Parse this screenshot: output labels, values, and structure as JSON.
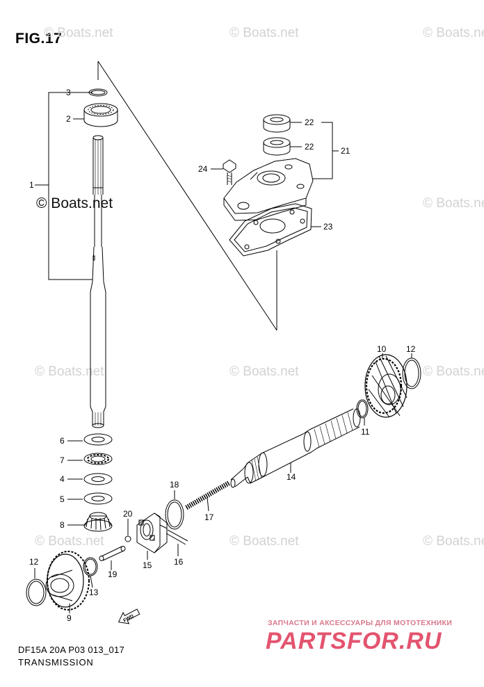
{
  "figure": {
    "title": "FIG.17",
    "code": "DF15A 20A P03 013_017",
    "name": "TRANSMISSION"
  },
  "watermark": {
    "text": "© Boats.net",
    "strong_text": "© Boats.net"
  },
  "banner": {
    "tagline": "ЗАПЧАСТИ И АКСЕССУАРЫ ДЛЯ МОТОТЕХНИКИ",
    "brand": "PARTSFOR.RU",
    "brand_color": "#e3546f"
  },
  "callouts": {
    "c1": "1",
    "c2": "2",
    "c3": "3",
    "c4": "4",
    "c5": "5",
    "c6": "6",
    "c7": "7",
    "c8": "8",
    "c9": "9",
    "c10": "10",
    "c11": "11",
    "c12a": "12",
    "c12b": "12",
    "c13": "13",
    "c14": "14",
    "c15": "15",
    "c16": "16",
    "c17": "17",
    "c18": "18",
    "c19": "19",
    "c20": "20",
    "c21": "21",
    "c22a": "22",
    "c22b": "22",
    "c23": "23",
    "c24": "24"
  },
  "fwd_icon": "FWD"
}
